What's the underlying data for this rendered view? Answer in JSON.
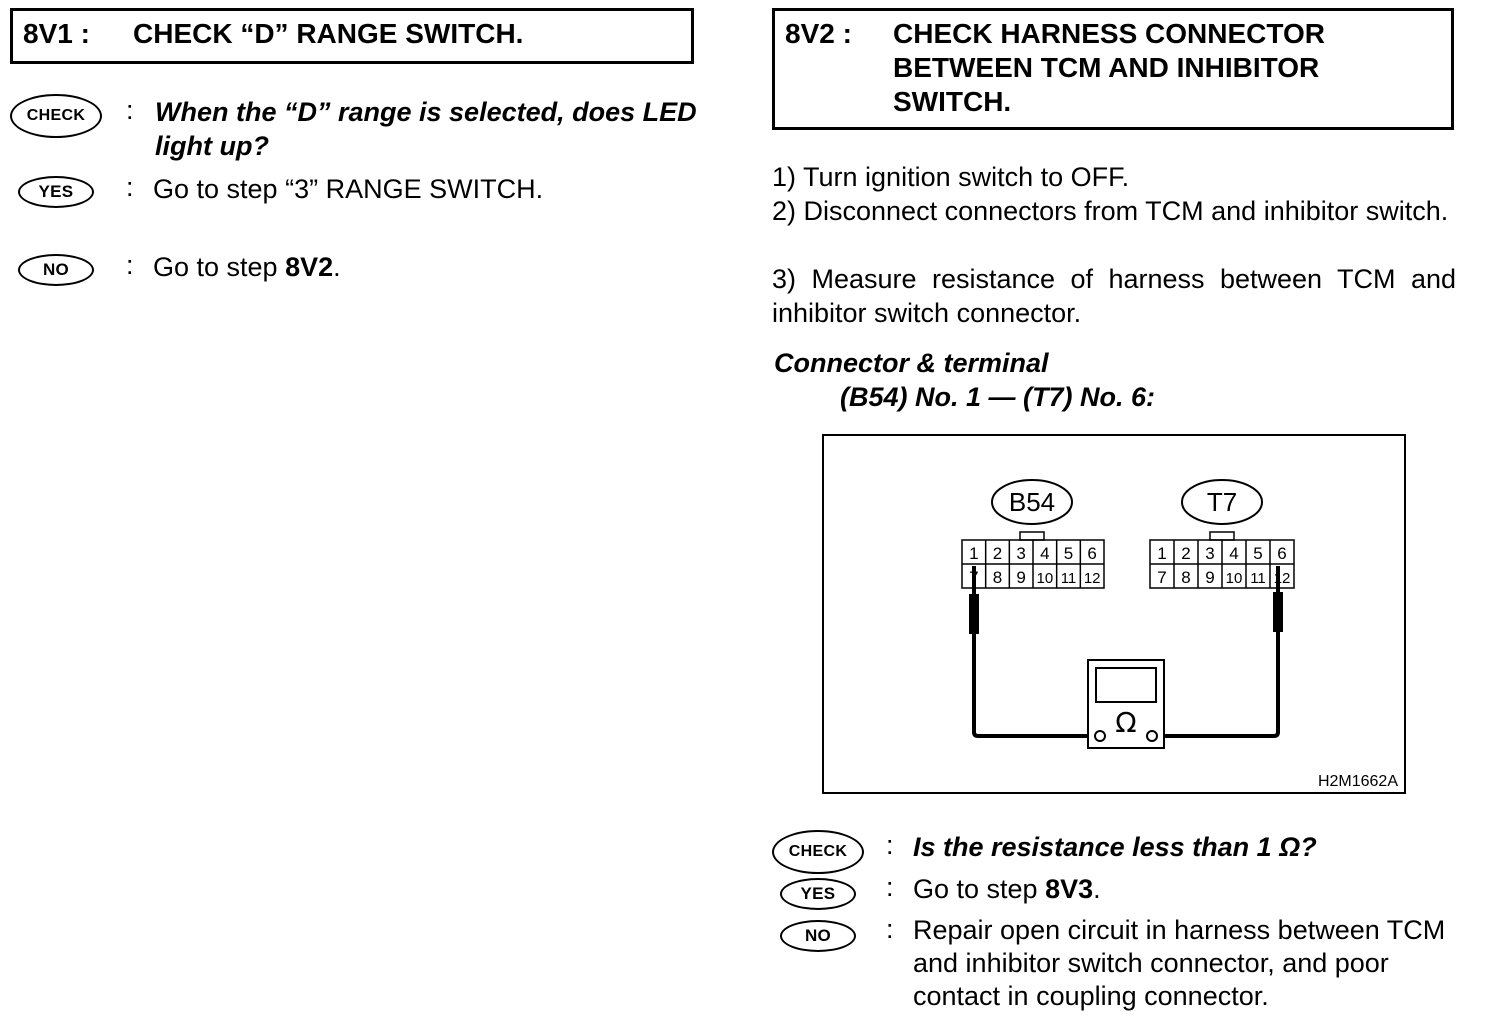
{
  "left": {
    "step_code": "8V1 :",
    "step_title": "CHECK “D” RANGE SWITCH.",
    "check_badge": "CHECK",
    "yes_badge": "YES",
    "no_badge": "NO",
    "colon": ":",
    "check_question": "When the “D” range is selected, does LED light up?",
    "yes_answer": "Go to step “3” RANGE SWITCH.",
    "no_prefix": "Go to step ",
    "no_step": "8V2",
    "no_suffix": "."
  },
  "right": {
    "step_code": "8V2 :",
    "step_title": "CHECK HARNESS CONNECTOR BETWEEN TCM AND INHIBITOR SWITCH.",
    "steps": [
      "1)  Turn ignition switch to OFF.",
      "2)  Disconnect connectors from TCM and inhibitor switch.",
      "3)  Measure resistance of harness between TCM and inhibitor switch connector."
    ],
    "connector_heading": "Connector & terminal",
    "connector_spec": "(B54) No. 1 — (T7) No. 6:",
    "figure": {
      "connector_a": "B54",
      "connector_b": "T7",
      "terminals_top": [
        "1",
        "2",
        "3",
        "4",
        "5",
        "6"
      ],
      "terminals_bottom": [
        "7",
        "8",
        "9",
        "10",
        "11",
        "12"
      ],
      "meter_symbol": "Ω",
      "figure_id": "H2M1662A"
    },
    "check_badge": "CHECK",
    "yes_badge": "YES",
    "no_badge": "NO",
    "colon": ":",
    "check_question": "Is the resistance less than 1 Ω?",
    "yes_prefix": "Go to step ",
    "yes_step": "8V3",
    "yes_suffix": ".",
    "no_answer": "Repair open circuit in harness between TCM and inhibitor switch connector, and poor contact in coupling connector."
  }
}
